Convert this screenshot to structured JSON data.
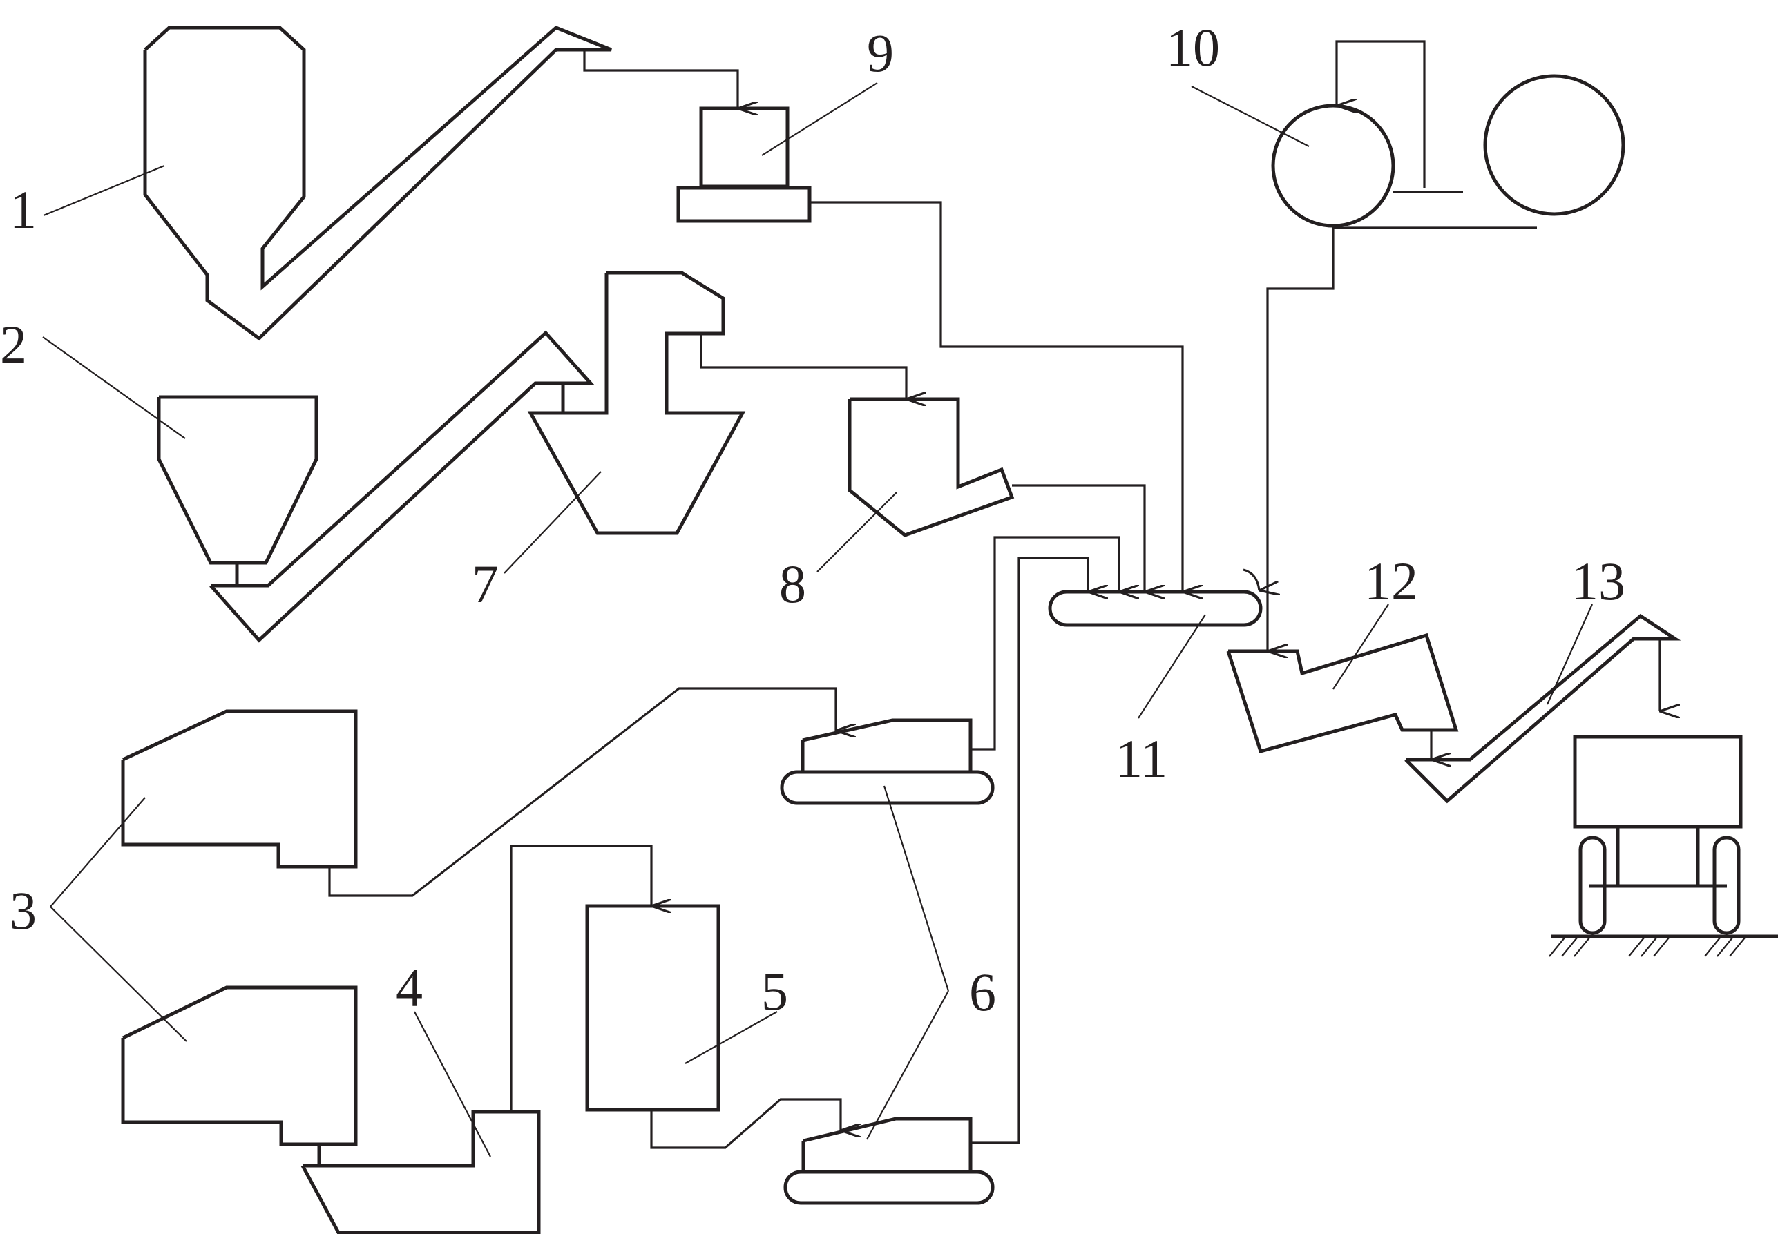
{
  "diagram": {
    "labels": {
      "l1": "1",
      "l2": "2",
      "l3": "3",
      "l4": "4",
      "l5": "5",
      "l6": "6",
      "l7": "7",
      "l8": "8",
      "l9": "9",
      "l10": "10",
      "l11": "11",
      "l12": "12",
      "l13": "13"
    }
  },
  "colors": {
    "line": "#231f20",
    "background": "#ffffff"
  }
}
